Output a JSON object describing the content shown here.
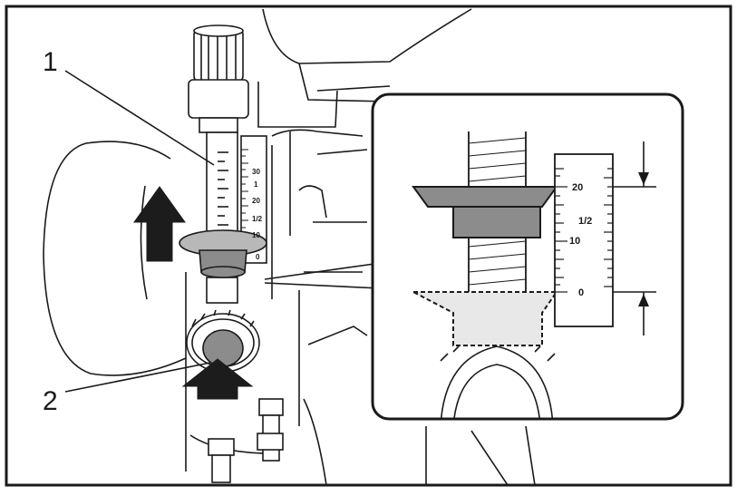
{
  "callouts": [
    {
      "id": "1",
      "label": "1"
    },
    {
      "id": "2",
      "label": "2"
    }
  ],
  "scale_main": {
    "labels": [
      "30",
      "1",
      "20",
      "1/2",
      "10",
      "0"
    ]
  },
  "scale_inset": {
    "labels": [
      "20",
      "1/2",
      "10",
      "0"
    ]
  },
  "colors": {
    "ink": "#1a1a1a",
    "arrow_fill": "#1c1c1c",
    "stopper_fill": "#8c8c8c",
    "stopper_light": "#b8b8b8",
    "dashed_fill": "#e8e8e8",
    "background": "#ffffff"
  },
  "icons": {
    "up_arrow": "up-arrow-icon",
    "dimension_arrow": "dimension-arrow-icon"
  }
}
